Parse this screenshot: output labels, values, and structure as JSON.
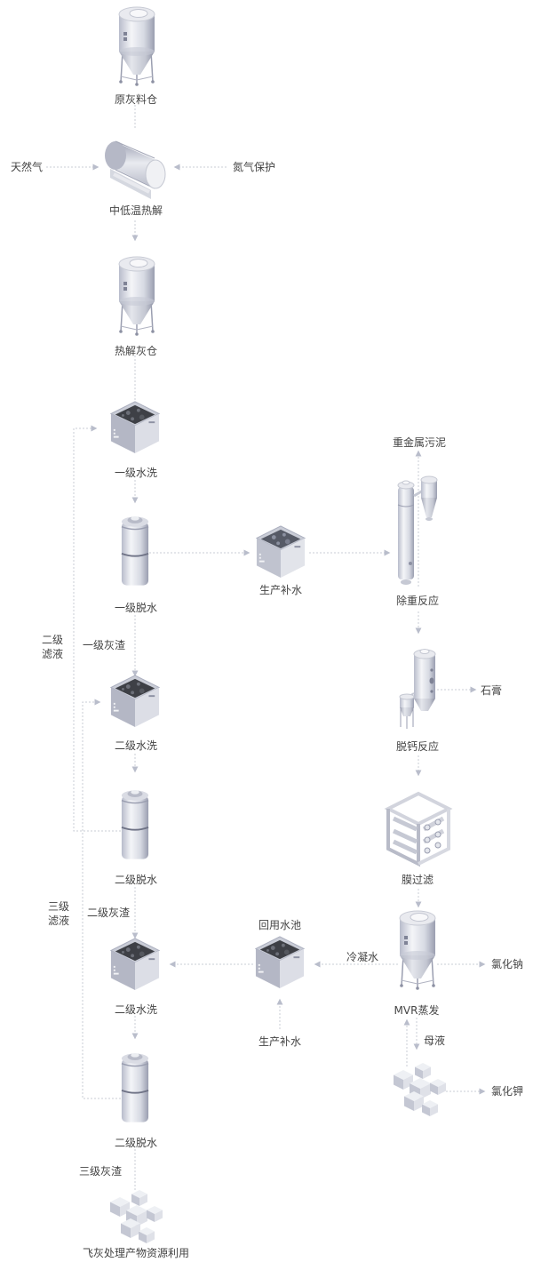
{
  "diagram": {
    "type": "process-flow",
    "colors": {
      "line": "#c9ccd6",
      "arrow": "#b9bdcb",
      "text": "#444444",
      "equipment_light": "#eef0f4",
      "equipment_mid": "#c6c9d4",
      "equipment_dark": "#8d91a3",
      "sludge": "#3d3f45"
    },
    "nodes": {
      "raw_ash_silo": "原灰料仓",
      "pyrolysis": "中低温热解",
      "natural_gas": "天然气",
      "nitrogen": "氮气保护",
      "pyrolysis_ash_silo": "热解灰仓",
      "wash1": "一级水洗",
      "dewater1": "一级脱水",
      "makeup_water_1": "生产补水",
      "heavy_metal_removal": "除重反应",
      "heavy_metal_sludge": "重金属污泥",
      "decalcification": "脱钙反应",
      "gypsum": "石膏",
      "membrane": "膜过滤",
      "mvr": "MVR蒸发",
      "nacl": "氯化钠",
      "kcl": "氯化钾",
      "mother_liquor": "母液",
      "condensate": "冷凝水",
      "reuse_pool": "回用水池",
      "makeup_water_2": "生产补水",
      "wash2a": "二级水洗",
      "dewater2a": "二级脱水",
      "wash2b": "二级水洗",
      "dewater2b": "二级脱水",
      "residue1": "一级灰渣",
      "residue2": "二级灰渣",
      "residue3": "三级灰渣",
      "filtrate2": "二级\n滤液",
      "filtrate2_l1": "二级",
      "filtrate2_l2": "滤液",
      "filtrate3_l1": "三级",
      "filtrate3_l2": "滤液",
      "final_product": "飞灰处理产物资源利用"
    }
  }
}
